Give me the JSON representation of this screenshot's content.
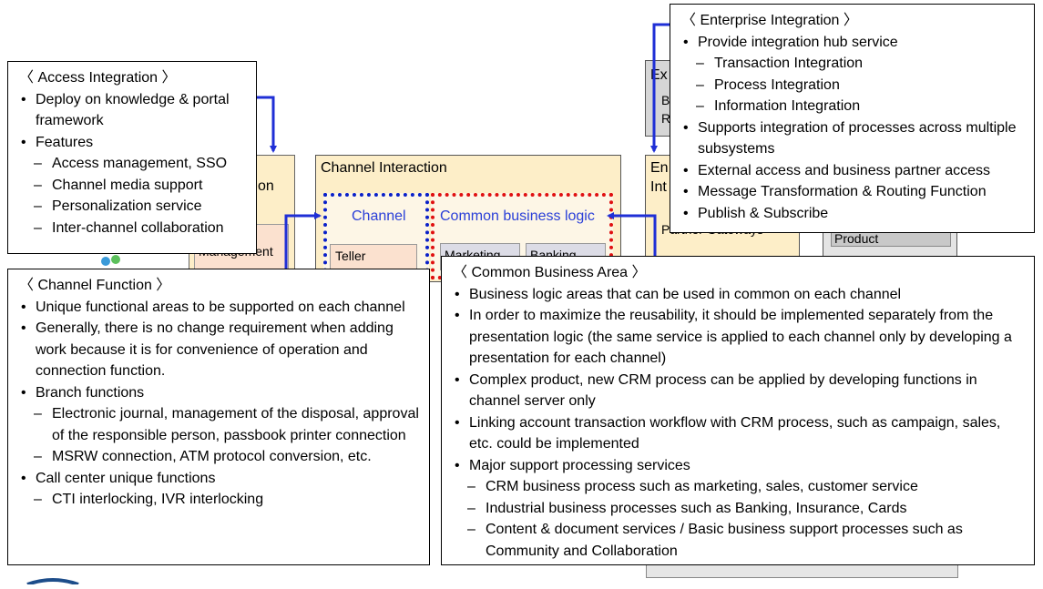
{
  "channel_interaction": {
    "title": "Channel Interaction",
    "channel_label": "Channel",
    "common_logic_label": "Common business logic",
    "teller": "Teller",
    "marketing": "Marketing",
    "banking": "Banking"
  },
  "background": {
    "left_box_fragment_1": "on",
    "left_box_fragment_2": "Management",
    "right_box_fragment_1": "En",
    "right_box_fragment_2": "Int",
    "partner_gateways": "Partner Gateways",
    "ext_fragment_1": "Ex",
    "ext_fragment_2": "B",
    "ext_fragment_3": "R",
    "product_label": "Product"
  },
  "access_integration": {
    "title": "〈 Access Integration 〉",
    "items": [
      {
        "text": "Deploy on knowledge & portal framework",
        "subs": []
      },
      {
        "text": "Features",
        "subs": [
          "Access management, SSO",
          "Channel media support",
          "Personalization service",
          "Inter-channel collaboration"
        ]
      }
    ]
  },
  "enterprise_integration": {
    "title": "〈 Enterprise Integration 〉",
    "items": [
      {
        "text": "Provide integration hub service",
        "subs": [
          "Transaction Integration",
          "Process Integration",
          "Information Integration"
        ]
      },
      {
        "text": "Supports integration of processes across multiple subsystems",
        "subs": []
      },
      {
        "text": "External access and business partner access",
        "subs": []
      },
      {
        "text": "Message Transformation & Routing Function",
        "subs": []
      },
      {
        "text": "Publish & Subscribe",
        "subs": []
      }
    ]
  },
  "channel_function": {
    "title": "〈 Channel Function 〉",
    "items": [
      {
        "text": "Unique functional areas to be supported on each channel",
        "subs": []
      },
      {
        "text": "Generally, there is no change requirement when adding work because it is for convenience of operation and connection function.",
        "subs": []
      },
      {
        "text": "Branch functions",
        "subs": [
          "Electronic journal, management of the disposal, approval of the responsible person, passbook printer connection",
          "MSRW connection, ATM protocol conversion, etc."
        ]
      },
      {
        "text": "Call center unique functions",
        "subs": [
          "CTI interlocking, IVR interlocking"
        ]
      }
    ]
  },
  "common_business_area": {
    "title": "〈 Common Business Area 〉",
    "items": [
      {
        "text": "Business logic areas that can be used in common on each channel",
        "subs": []
      },
      {
        "text": "In order to maximize the reusability, it should be implemented separately from the presentation logic (the same service is applied to each channel only by developing a presentation for each channel)",
        "subs": []
      },
      {
        "text": "Complex product, new CRM process can be applied by developing functions in channel server only",
        "subs": []
      },
      {
        "text": "Linking account transaction workflow with CRM process, such as campaign, sales, etc. could be implemented",
        "subs": []
      },
      {
        "text": "Major support processing services",
        "subs": [
          "CRM business process such as marketing, sales, customer service",
          "Industrial business processes such as Banking, Insurance, Cards",
          "Content & document services / Basic business support processes such as Community and Collaboration"
        ]
      }
    ]
  },
  "colors": {
    "arrow_blue": "#1f2fd6",
    "dotted_blue": "#0a20c8",
    "dotted_red": "#e01010",
    "label_blue": "#2a3fd8",
    "peach": "#fdeec8"
  }
}
